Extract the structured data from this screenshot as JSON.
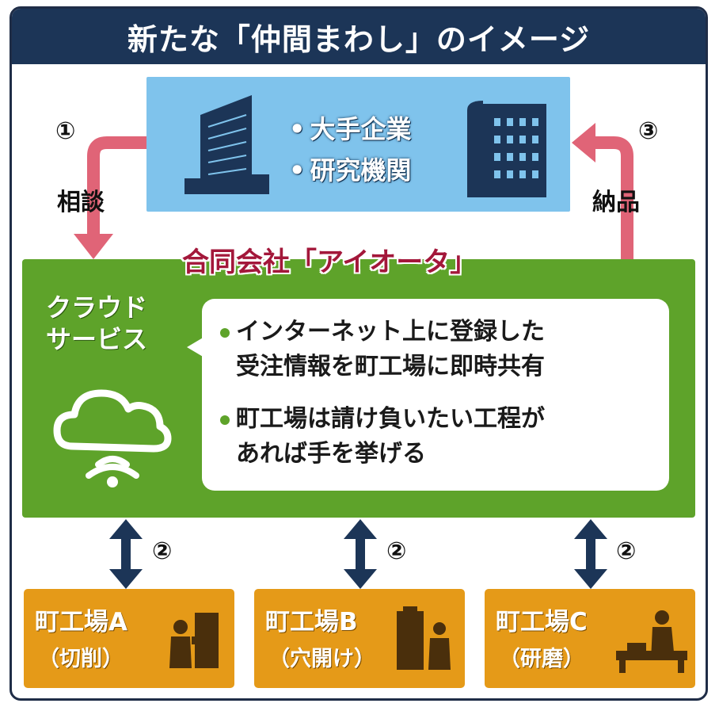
{
  "title": "新たな「仲間まわし」のイメージ",
  "client": {
    "items": [
      "大手企業",
      "研究機関"
    ]
  },
  "flow": {
    "step1": "①",
    "step1_label": "相談",
    "step3": "③",
    "step3_label": "納品",
    "step2": "②"
  },
  "company": {
    "name": "合同会社「アイオータ」",
    "service_label_line1": "クラウド",
    "service_label_line2": "サービス",
    "bullets": [
      {
        "line1": "インターネット上に登録した",
        "line2": "受注情報を町工場に即時共有"
      },
      {
        "line1": "町工場は請け負いたい工程が",
        "line2": "あれば手を挙げる"
      }
    ]
  },
  "factories": [
    {
      "name": "町工場A",
      "process": "（切削）"
    },
    {
      "name": "町工場B",
      "process": "（穴開け）"
    },
    {
      "name": "町工場C",
      "process": "（研磨）"
    }
  ],
  "colors": {
    "title_bar": "#1c3557",
    "client_box": "#7fc3ec",
    "company_box": "#5ea32a",
    "company_name": "#a3173a",
    "factory_box": "#e59a18",
    "flow_arrow": "#e06477",
    "link_arrow": "#1c3557"
  },
  "icons": [
    "office-building-icon",
    "research-building-icon",
    "cloud-icon",
    "wireless-signal-icon",
    "worker-machine-icon"
  ]
}
